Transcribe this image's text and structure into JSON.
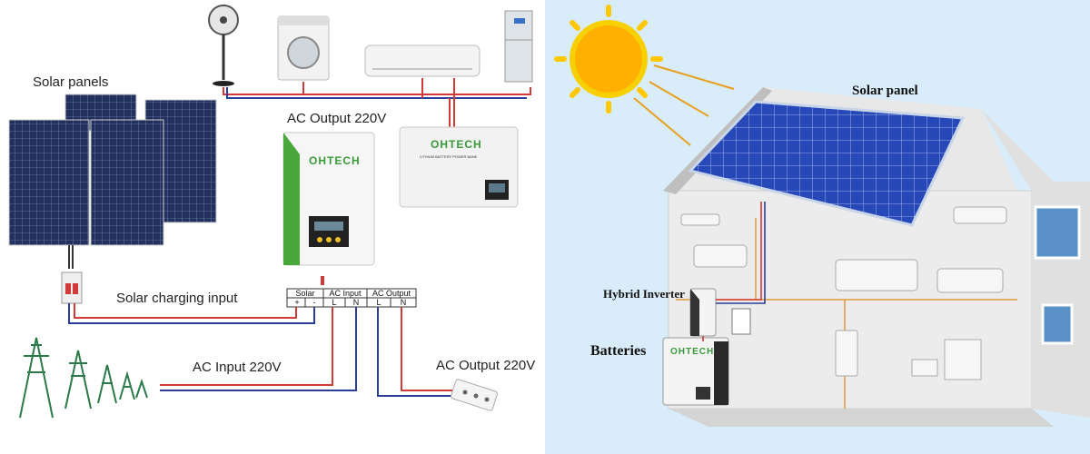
{
  "labels": {
    "solar_panels": "Solar panels",
    "ac_output_top": "AC Output 220V",
    "solar_charging_input": "Solar charging input",
    "ac_input": "AC Input 220V",
    "ac_output_bottom": "AC Output 220V",
    "solar_panel_house": "Solar panel",
    "hybrid_inverter": "Hybrid Inverter",
    "batteries": "Batteries"
  },
  "brand": {
    "inverter": "OHTECH",
    "battery": "OHTECH",
    "battery_small": "OHTECH",
    "battery_subtitle": "LITHIUM BATTERY POWER BANK"
  },
  "terminal_block": {
    "headers": [
      "Solar",
      "AC Input",
      "AC Output"
    ],
    "terminals": [
      "+",
      "-",
      "L",
      "N",
      "L",
      "N"
    ]
  },
  "colors": {
    "wire_red": "#d23a3a",
    "wire_blue": "#2a3f9a",
    "panel_blue": "#2a3f8f",
    "sun": "#ffb000",
    "house_wall": "#e9e9e9",
    "house_trim": "#e09a3a"
  }
}
